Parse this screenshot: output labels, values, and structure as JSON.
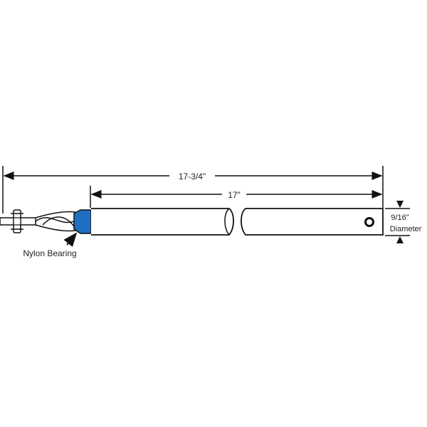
{
  "dimensions": {
    "overall_length": "17-3/4\"",
    "rod_length": "17\"",
    "diameter_value": "9/16\"",
    "diameter_label": "Diameter"
  },
  "callouts": {
    "bearing": "Nylon Bearing"
  },
  "colors": {
    "bearing": "#1f6fc0",
    "line": "#111111"
  }
}
